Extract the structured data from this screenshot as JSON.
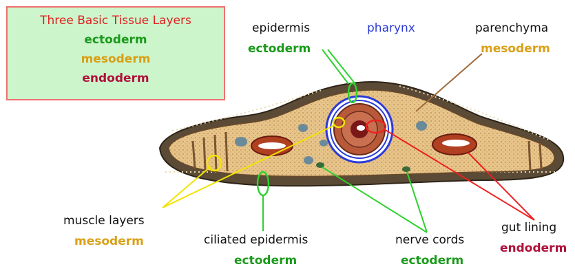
{
  "legend": {
    "title": "Three Basic Tissue Layers",
    "items": [
      {
        "label": "ectoderm",
        "color": "#1a9a1a"
      },
      {
        "label": "mesoderm",
        "color": "#d9a017"
      },
      {
        "label": "endoderm",
        "color": "#b0103a"
      }
    ]
  },
  "colors": {
    "title": "#e02020",
    "ectoderm": "#1a9a1a",
    "mesoderm": "#d9a017",
    "endoderm": "#b0103a",
    "pharynx": "#2a3ad8",
    "callout_yellow": "#f2e300",
    "callout_green": "#2ed12e",
    "callout_red": "#ee2020",
    "callout_brown": "#a06a3a"
  },
  "labels": {
    "epidermis": {
      "name": "epidermis",
      "layer": "ectoderm"
    },
    "pharynx": {
      "name": "pharynx"
    },
    "parenchyma": {
      "name": "parenchyma",
      "layer": "mesoderm"
    },
    "muscle_layers": {
      "name": "muscle layers",
      "layer": "mesoderm"
    },
    "ciliated_epidermis": {
      "name": "ciliated epidermis",
      "layer": "ectoderm"
    },
    "nerve_cords": {
      "name": "nerve cords",
      "layer": "ectoderm"
    },
    "gut_lining": {
      "name": "gut lining",
      "layer": "endoderm"
    }
  }
}
